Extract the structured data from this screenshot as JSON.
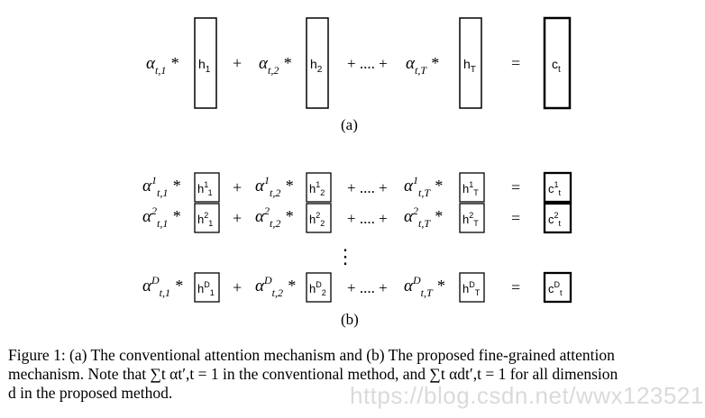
{
  "part_a": {
    "terms": [
      {
        "coef_base": "α",
        "coef_sub": "t,1",
        "vec_base": "h",
        "vec_sub": "1"
      },
      {
        "coef_base": "α",
        "coef_sub": "t,2",
        "vec_base": "h",
        "vec_sub": "2"
      },
      {
        "coef_base": "α",
        "coef_sub": "t,T",
        "vec_base": "h",
        "vec_sub": "T"
      }
    ],
    "result": {
      "base": "c",
      "sub": "t"
    },
    "ellipsis": "+ .... +",
    "label": "(a)"
  },
  "part_b": {
    "rows": [
      {
        "sup": "1",
        "terms": [
          {
            "coef_sub": "t,1",
            "vec_sub": "1"
          },
          {
            "coef_sub": "t,2",
            "vec_sub": "2"
          },
          {
            "coef_sub": "t,T",
            "vec_sub": "T"
          }
        ],
        "result_sub": "t"
      },
      {
        "sup": "2",
        "terms": [
          {
            "coef_sub": "t,1",
            "vec_sub": "1"
          },
          {
            "coef_sub": "t,2",
            "vec_sub": "2"
          },
          {
            "coef_sub": "t,T",
            "vec_sub": "T"
          }
        ],
        "result_sub": "t"
      },
      {
        "sup": "D",
        "terms": [
          {
            "coef_sub": "t,1",
            "vec_sub": "1"
          },
          {
            "coef_sub": "t,2",
            "vec_sub": "2"
          },
          {
            "coef_sub": "t,T",
            "vec_sub": "T"
          }
        ],
        "result_sub": "t"
      }
    ],
    "coef_base": "α",
    "vec_base": "h",
    "result_base": "c",
    "vdots": "⋮",
    "label": "(b)"
  },
  "caption": {
    "line1": "Figure 1: (a) The conventional attention mechanism and (b) The proposed fine-grained attention",
    "line2": "mechanism. Note that ∑t αt′,t = 1 in the conventional method, and ∑t αdt′,t = 1 for all dimension",
    "line3": "d in the proposed method."
  },
  "watermark": "https://blog.csdn.net/wwx123521"
}
